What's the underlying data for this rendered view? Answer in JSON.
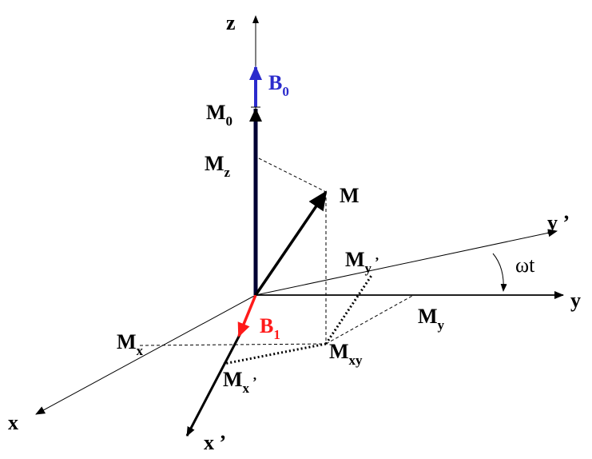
{
  "labels": {
    "z": "z",
    "x": "x",
    "y": "y",
    "x_prime": "x ’",
    "y_prime": "y ’",
    "b0_main": "B",
    "b0_sub": "0",
    "b1_main": "B",
    "b1_sub": "1",
    "m0_main": "M",
    "m0_sub": "0",
    "mz_main": "M",
    "mz_sub": "z",
    "m": "M",
    "mx_main": "M",
    "mx_sub": "x",
    "my_main": "M",
    "my_sub": "y",
    "myp_main": "M",
    "myp_sub": "y",
    "myp_tick": "’",
    "mxp_main": "M",
    "mxp_sub": "x",
    "mxp_tick": "’",
    "mxy_main": "M",
    "mxy_sub": "xy",
    "omega_t": "ωt"
  },
  "colors": {
    "b0": "#2b2bcc",
    "b1": "#ff1a1a",
    "axis": "#000000"
  }
}
